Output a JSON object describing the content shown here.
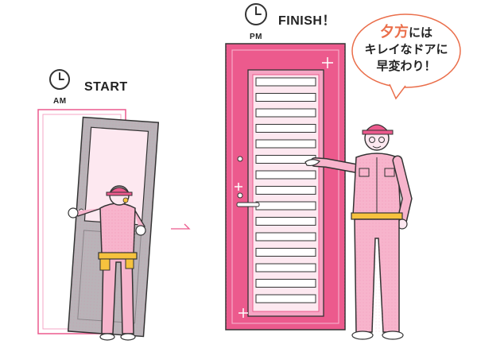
{
  "start": {
    "label": "START",
    "clock_caption": "AM"
  },
  "finish": {
    "label": "FINISH！",
    "clock_caption": "PM"
  },
  "speech_bubble": {
    "highlight": "夕方",
    "line1_rest": "には",
    "line2": "キレイなドアに",
    "line3": "早変わり！"
  },
  "colors": {
    "door_pink": "#ec5a8d",
    "door_light": "#f6a5c4",
    "worker_pink": "#f7b4cc",
    "old_door_gray": "#b9b3b8",
    "glass": "#fde8f0",
    "tool_belt": "#f6c23e",
    "highlight_orange": "#ea6e4a",
    "outline": "#333333"
  }
}
